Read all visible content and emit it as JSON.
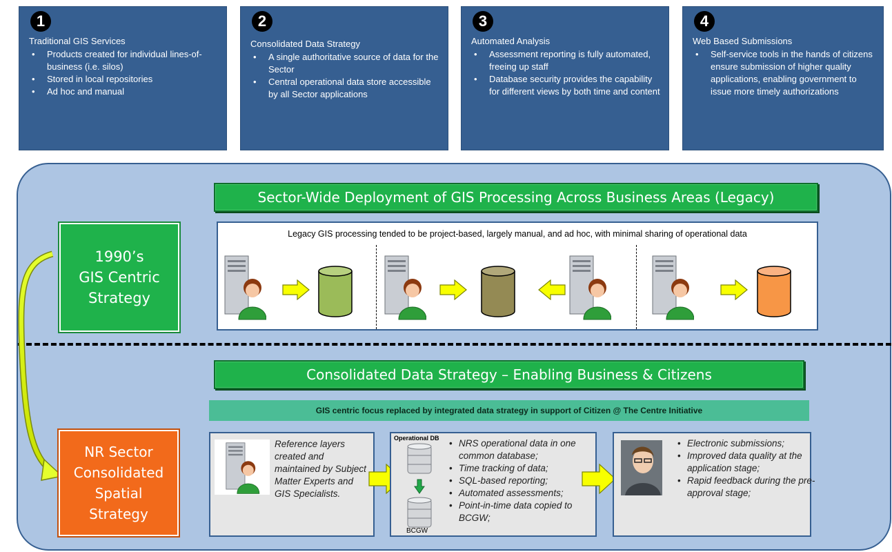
{
  "steps": [
    {
      "num": "1",
      "title": "Traditional GIS Services",
      "bullets": [
        "Products created for individual lines-of-business (i.e. silos)",
        "Stored in local repositories",
        "Ad hoc and manual"
      ]
    },
    {
      "num": "2",
      "title": "Consolidated Data Strategy",
      "bullets": [
        "A single authoritative source of data for the Sector",
        "Central operational data store accessible by all Sector applications"
      ]
    },
    {
      "num": "3",
      "title": "Automated  Analysis",
      "bullets": [
        "Assessment reporting is fully automated, freeing up staff",
        "Database security provides the capability for different views by both time and content"
      ]
    },
    {
      "num": "4",
      "title": "Web Based Submissions",
      "bullets": [
        "Self-service tools in the hands of citizens ensure submission of higher quality applications, enabling government to issue more timely authorizations"
      ]
    }
  ],
  "legacy": {
    "banner": "Sector-Wide Deployment of GIS Processing Across Business Areas (Legacy)",
    "description": "Legacy GIS processing tended to be project-based, largely manual, and ad hoc, with minimal sharing of operational data",
    "strategy": [
      "1990’s",
      "GIS Centric",
      "Strategy"
    ],
    "colors": {
      "db1": "#9bbb59",
      "db2": "#948a54",
      "db3": "#f79646"
    }
  },
  "consolidated": {
    "banner": "Consolidated Data Strategy – Enabling Business & Citizens",
    "subbanner": "GIS centric focus replaced by integrated data strategy in support of Citizen @ The Centre Initiative",
    "strategy": [
      "NR Sector",
      "Consolidated",
      "Spatial",
      "Strategy"
    ],
    "reference_text": "Reference layers created and maintained by Subject Matter Experts and GIS Specialists.",
    "operational_db_label": "Operational DB",
    "bcgw_label": "BCGW",
    "db_bullets": [
      "NRS operational data in one common database;",
      "Time tracking of data;",
      "SQL-based reporting;",
      "Automated assessments;",
      "Point-in-time data copied to BCGW;"
    ],
    "citizen_bullets": [
      "Electronic submissions;",
      "Improved data quality at the application stage;",
      "Rapid feedback during the pre-approval stage;"
    ]
  }
}
